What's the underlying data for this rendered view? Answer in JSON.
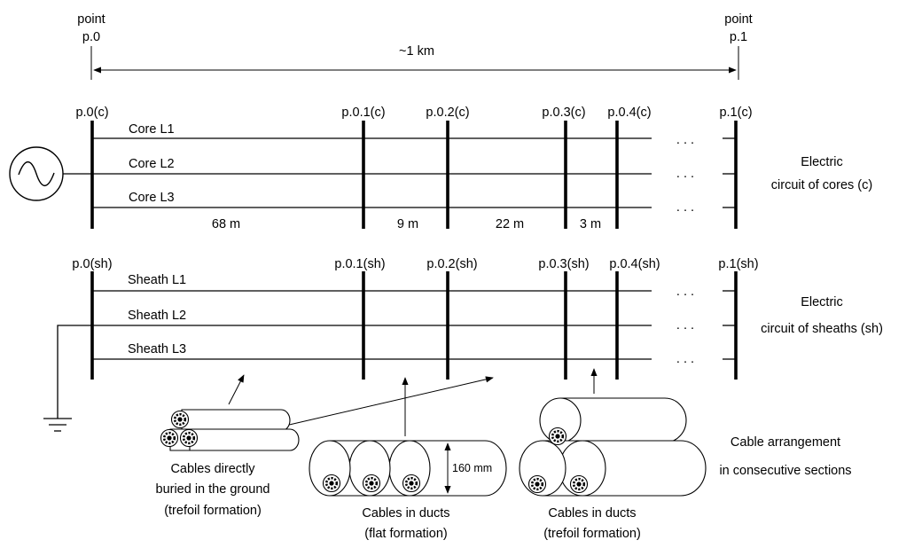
{
  "top": {
    "start_point": [
      "point",
      "p.0"
    ],
    "end_point": [
      "point",
      "p.1"
    ],
    "distance": "~1 km"
  },
  "cores": {
    "points": [
      "p.0(c)",
      "p.0.1(c)",
      "p.0.2(c)",
      "p.0.3(c)",
      "p.0.4(c)",
      "p.1(c)"
    ],
    "lines": [
      "Core L1",
      "Core L2",
      "Core L3"
    ],
    "section_lengths": [
      "68 m",
      "9 m",
      "22 m",
      "3 m"
    ],
    "ellipsis": ". . .",
    "caption": [
      "Electric",
      "circuit of cores (c)"
    ]
  },
  "sheaths": {
    "points": [
      "p.0(sh)",
      "p.0.1(sh)",
      "p.0.2(sh)",
      "p.0.3(sh)",
      "p.0.4(sh)",
      "p.1(sh)"
    ],
    "lines": [
      "Sheath L1",
      "Sheath L2",
      "Sheath L3"
    ],
    "ellipsis": ". . .",
    "caption": [
      "Electric",
      "circuit of sheaths (sh)"
    ]
  },
  "arrangements": {
    "direct": [
      "Cables directly",
      "buried in the ground",
      "(trefoil formation)"
    ],
    "ducts_flat": [
      "Cables in ducts",
      "(flat formation)"
    ],
    "duct_size": "160 mm",
    "ducts_trefoil": [
      "Cables in ducts",
      "(trefoil formation)"
    ],
    "caption": [
      "Cable arrangement",
      "in consecutive sections"
    ]
  },
  "icons": {
    "source": "ac-source-icon",
    "ground": "ground-icon",
    "cable": "cable-cross-section-icon"
  }
}
